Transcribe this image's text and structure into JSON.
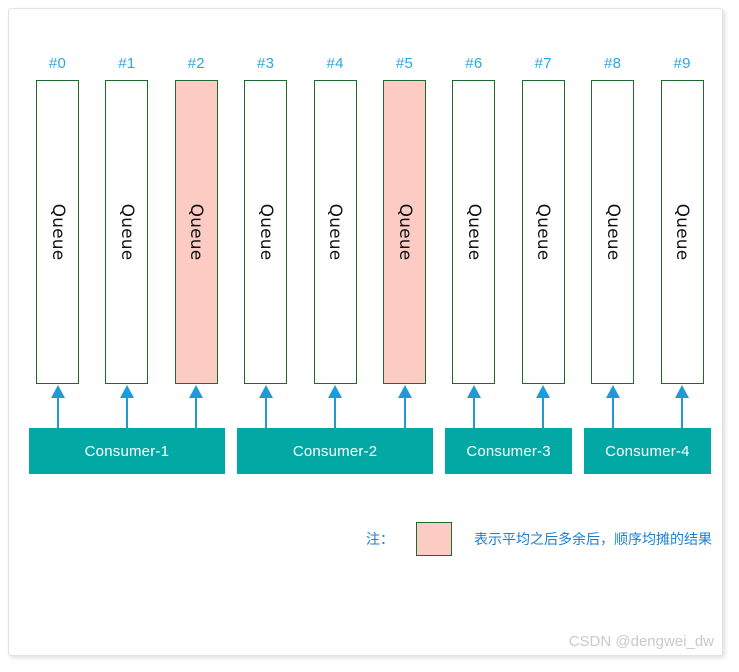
{
  "diagram": {
    "queues": [
      {
        "label": "#0",
        "text": "Queue",
        "highlight": false
      },
      {
        "label": "#1",
        "text": "Queue",
        "highlight": false
      },
      {
        "label": "#2",
        "text": "Queue",
        "highlight": true
      },
      {
        "label": "#3",
        "text": "Queue",
        "highlight": false
      },
      {
        "label": "#4",
        "text": "Queue",
        "highlight": false
      },
      {
        "label": "#5",
        "text": "Queue",
        "highlight": true
      },
      {
        "label": "#6",
        "text": "Queue",
        "highlight": false
      },
      {
        "label": "#7",
        "text": "Queue",
        "highlight": false
      },
      {
        "label": "#8",
        "text": "Queue",
        "highlight": false
      },
      {
        "label": "#9",
        "text": "Queue",
        "highlight": false
      }
    ],
    "consumers": [
      {
        "label": "Consumer-1",
        "queues": [
          0,
          1,
          2
        ]
      },
      {
        "label": "Consumer-2",
        "queues": [
          3,
          4,
          5
        ]
      },
      {
        "label": "Consumer-3",
        "queues": [
          6,
          7
        ]
      },
      {
        "label": "Consumer-4",
        "queues": [
          8,
          9
        ]
      }
    ],
    "legend": {
      "prefix": "注：",
      "description": "表示平均之后多余后，顺序均摊的结果"
    },
    "watermark": "CSDN @dengwei_dw",
    "colors": {
      "queue_border": "#1c6b2a",
      "queue_highlight": "#fbcbc4",
      "label_blue": "#29a8e0",
      "arrow_blue": "#1e9bd7",
      "consumer_teal": "#02a8a3",
      "legend_text": "#1a7fd4"
    }
  }
}
